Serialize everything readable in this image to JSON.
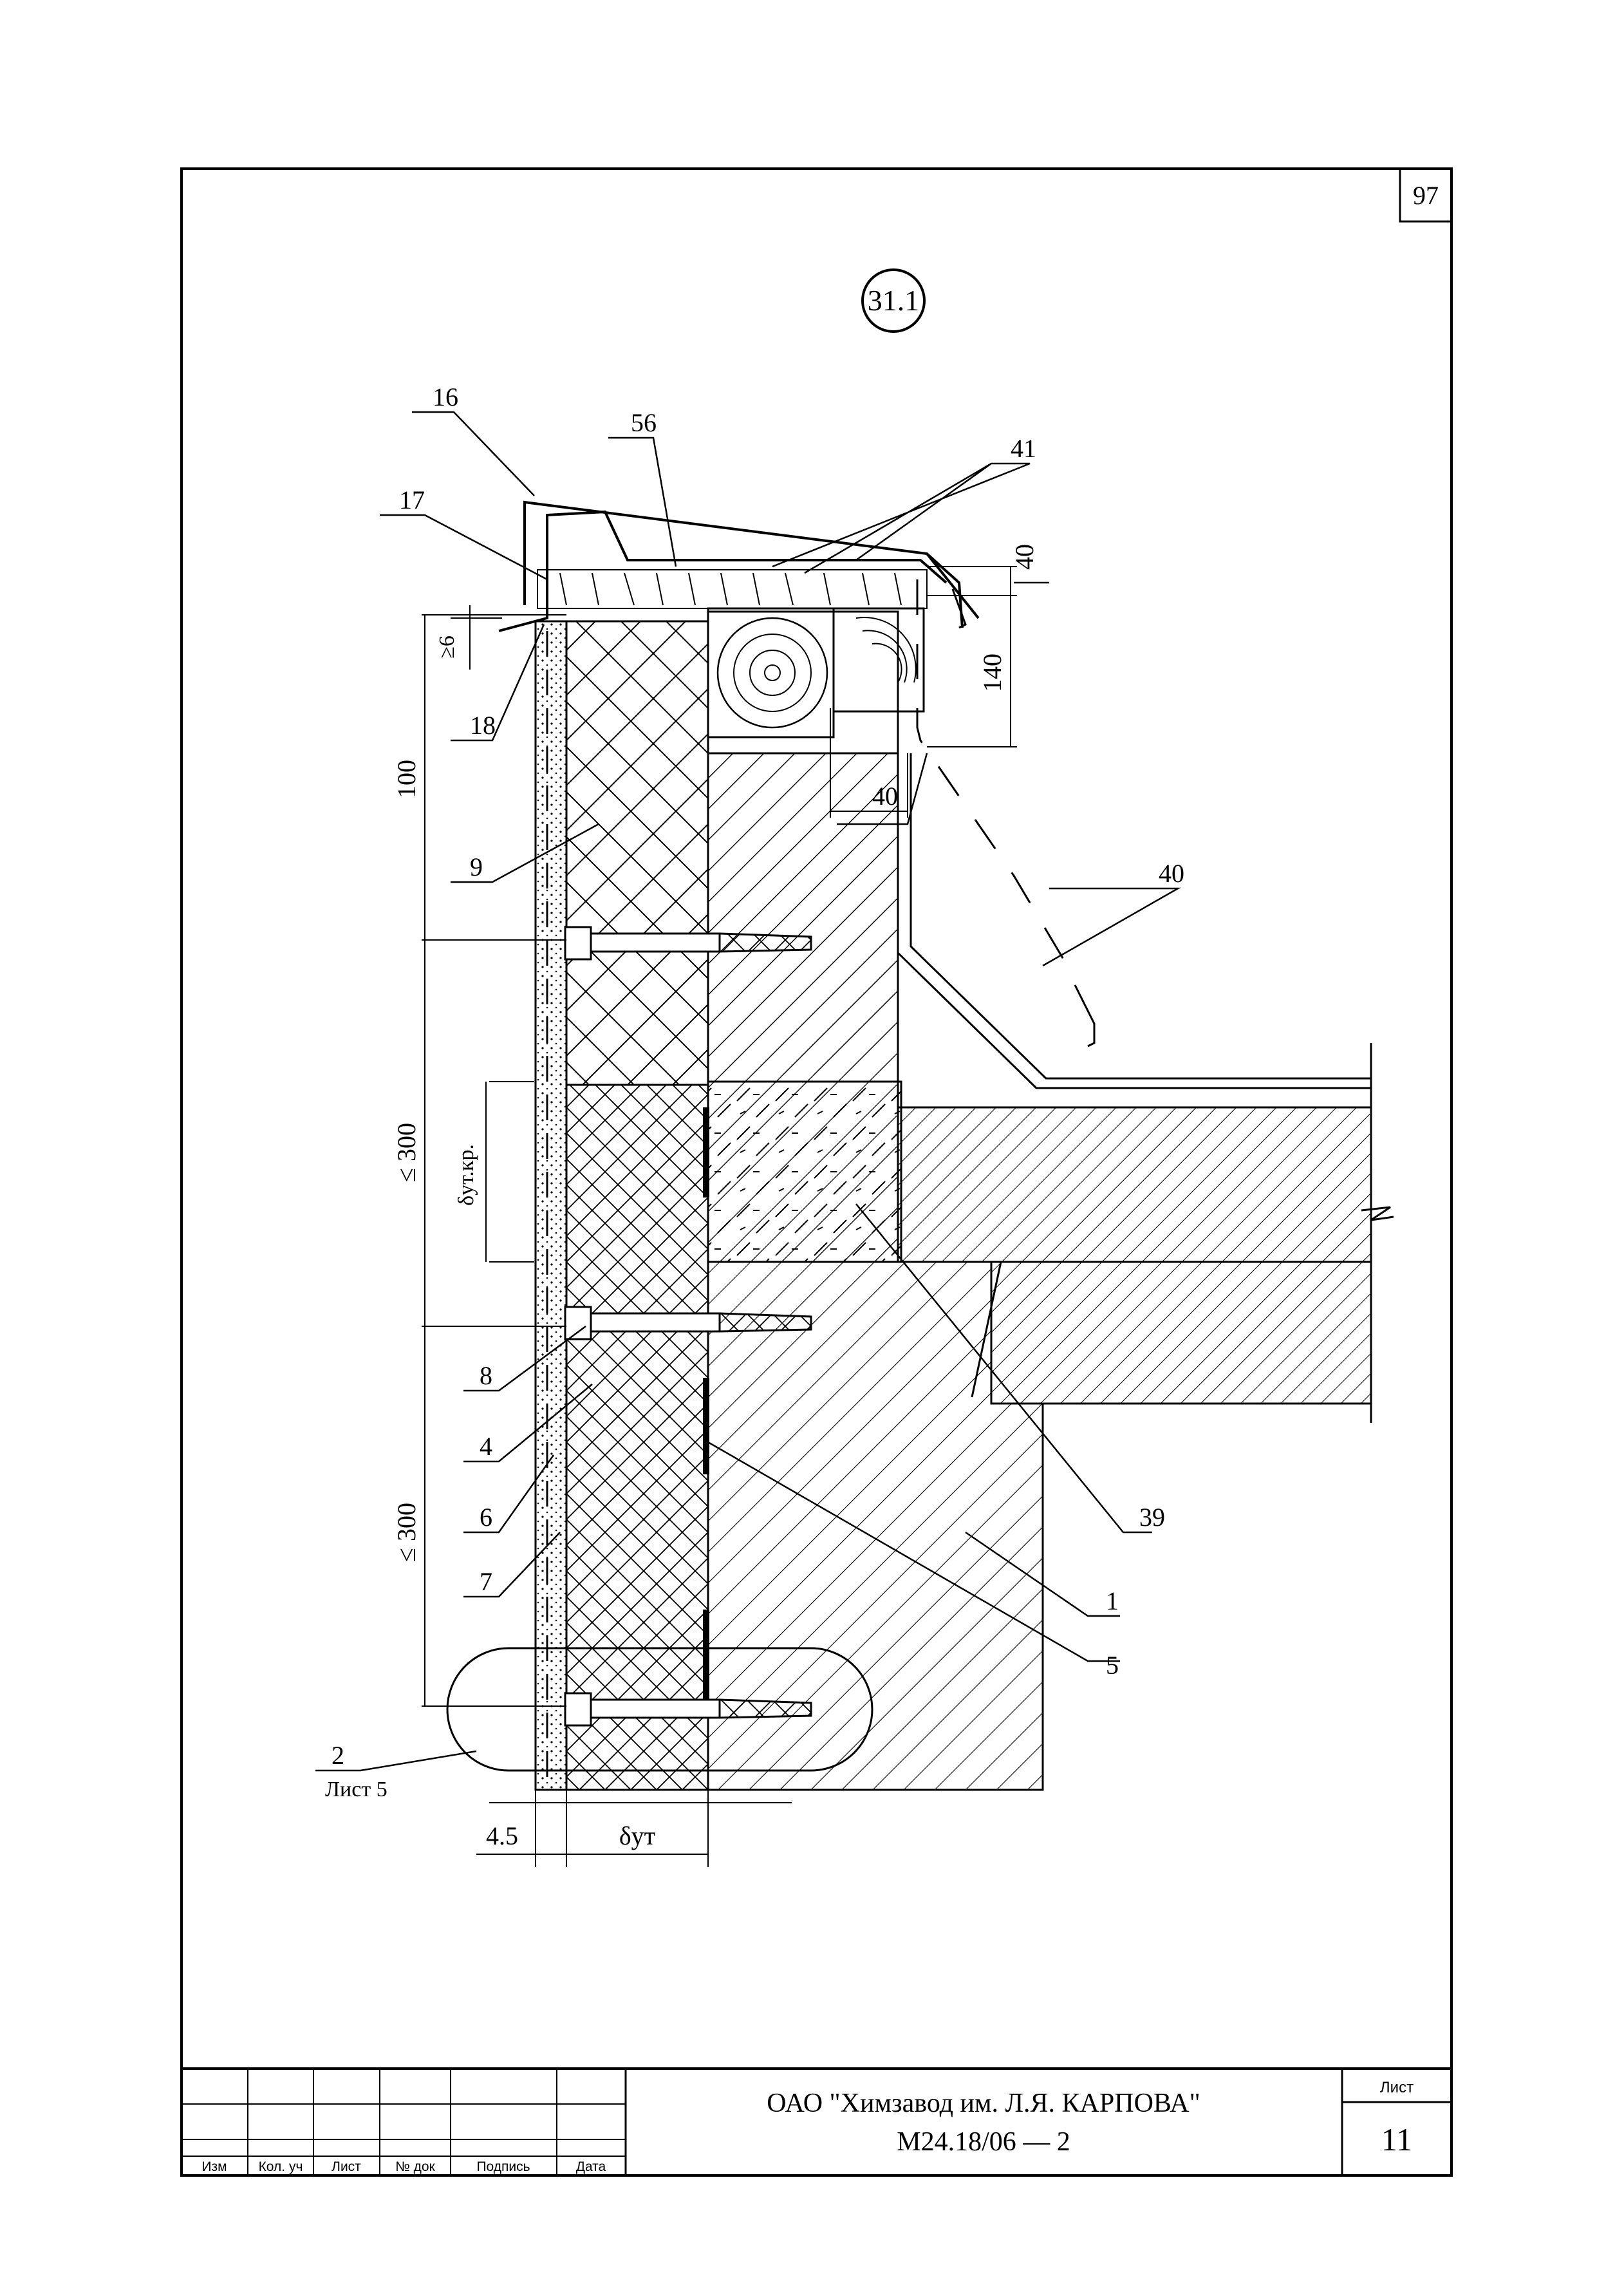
{
  "sheet": {
    "page_number": "97",
    "detail_mark": "31.1"
  },
  "callouts": [
    "16",
    "56",
    "41",
    "17",
    "40",
    "18",
    "9",
    "40",
    "40",
    "8",
    "4",
    "6",
    "7",
    "39",
    "1",
    "5",
    "2"
  ],
  "callout_sub": "Лист 5",
  "dimensions": {
    "d_100": "100",
    "d_min6": "≥6",
    "d_140": "140",
    "d_40": "40",
    "d_le300_a": "≤ 300",
    "d_le300_b": "≤ 300",
    "d_45": "4.5",
    "delta_ut_kr": "δут.кр.",
    "delta_ut": "δут"
  },
  "title_block": {
    "headers": [
      "Изм",
      "Кол. уч",
      "Лист",
      "№ док",
      "Подпись",
      "Дата"
    ],
    "organization": "ОАО \"Химзавод им. Л.Я. КАРПОВА\"",
    "code": "М24.18/06 — 2",
    "sheet_label": "Лист",
    "sheet_number": "11"
  }
}
